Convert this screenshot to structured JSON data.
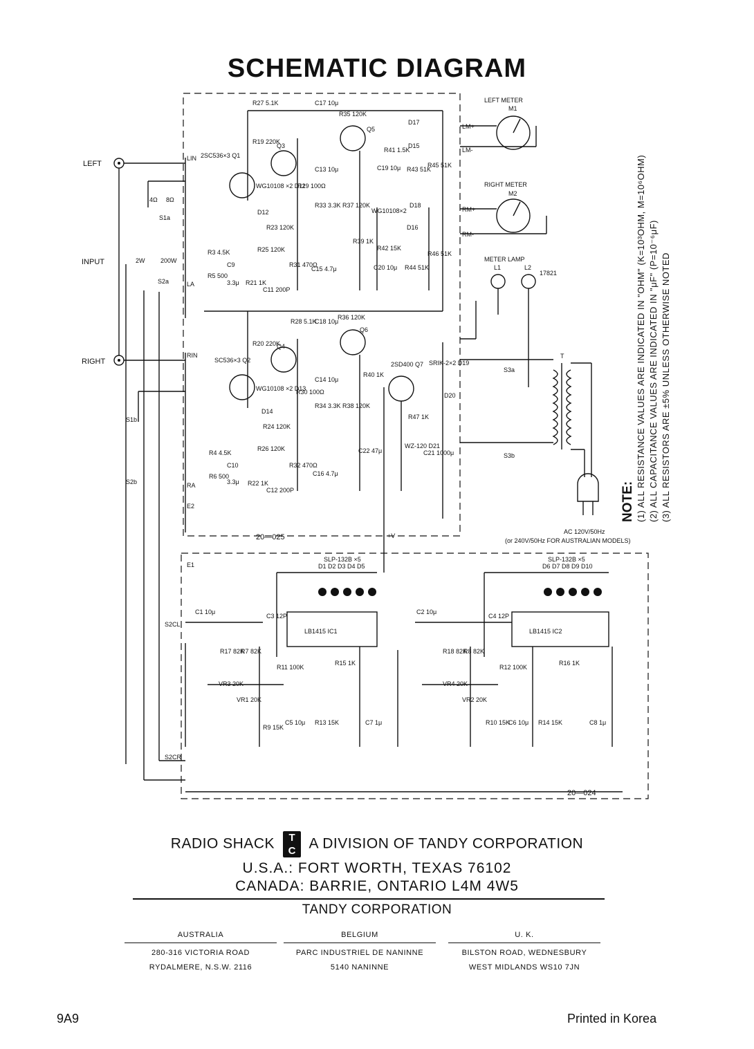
{
  "title": "SCHEMATIC DIAGRAM",
  "schematic": {
    "inputs": {
      "left": "LEFT",
      "input": "INPUT",
      "right": "RIGHT"
    },
    "meters": {
      "left_meter": "LEFT METER",
      "m1": "M1",
      "right_meter": "RIGHT METER",
      "m2": "M2",
      "meter_lamp": "METER LAMP",
      "l1": "L1",
      "l2": "L2",
      "lamp_part": "17821"
    },
    "terminals": [
      "LIN",
      "RIN",
      "LA",
      "RA",
      "E1",
      "E2",
      "LM+",
      "LM-",
      "RM+",
      "RM-",
      "S2CL",
      "S2CR",
      "S1a",
      "S1b",
      "S2a",
      "S2b",
      "S3a",
      "S3b",
      "T"
    ],
    "impedance": {
      "four_ohm": "4Ω",
      "eight_ohm": "8Ω",
      "two_w": "2W",
      "two_hundred_w": "200W"
    },
    "upper_parts": [
      "R27 5.1K",
      "C17 10μ",
      "R35 120K",
      "Q5",
      "R19 220K",
      "Q3",
      "2SC536×3 Q1",
      "WG10108 ×2 D11",
      "R29 100Ω",
      "D12",
      "R23 120K",
      "R25 120K",
      "R3 4.5K",
      "C9",
      "R5 500",
      "3.3μ",
      "R21 1K",
      "C11 200P",
      "R31 470Ω",
      "C15 4.7μ",
      "R33 3.3K",
      "R37 120K",
      "C13 10μ",
      "R41 1.5K",
      "D15",
      "C19 10μ",
      "R43 51K",
      "R45 51K",
      "R39 1K",
      "R42 15K",
      "C20 10μ",
      "R44 51K",
      "R46 51K",
      "D16",
      "D17",
      "D18",
      "WG10108×2"
    ],
    "lower_parts": [
      "R28 5.1K",
      "C18 10μ",
      "R36 120K",
      "Q6",
      "R20 220K",
      "Q4",
      "SC536×3 Q2",
      "WG10108 ×2 D13",
      "R30 100Ω",
      "D14",
      "R24 120K",
      "R26 120K",
      "R4 4.5K",
      "C10",
      "R6 500",
      "3.3μ",
      "R22 1K",
      "C12 200P",
      "R32 470Ω",
      "C16 4.7μ",
      "R34 3.3K",
      "R38 120K",
      "C14 10μ",
      "R40 1K",
      "2SD400 Q7",
      "SRIK-2×2 D19",
      "D20",
      "R47 1K",
      "WZ-120 D21",
      "C21 1000μ",
      "C22 47μ"
    ],
    "board_codes": {
      "upper": "20—025",
      "lower": "20—024"
    },
    "supply": {
      "plus_v": "+V",
      "ac": "AC 120V/50Hz",
      "ac_note": "(or 240V/50Hz FOR AUSTRALIAN MODELS)"
    },
    "led_board": {
      "left_leds": "SLP-132B ×5",
      "left_led_ids": "D1 D2 D3 D4 D5",
      "right_leds": "SLP-132B ×5",
      "right_led_ids": "D6 D7 D8 D9 D10",
      "ic1": "LB1415 IC1",
      "ic2": "LB1415 IC2",
      "parts": [
        "C1 10μ",
        "C3 12P",
        "R17 82K",
        "R7 82K",
        "R11 100K",
        "R15 1K",
        "VR3 20K",
        "VR1 20K",
        "R9 15K",
        "C5 10μ",
        "R13 15K",
        "C7 1μ",
        "C2 10μ",
        "C4 12P",
        "R18 82K",
        "R8 82K",
        "R12 100K",
        "R16 1K",
        "VR4 20K",
        "VR2 20K",
        "R10 15K",
        "C6 10μ",
        "R14 15K",
        "C8 1μ"
      ]
    },
    "notes": {
      "heading": "NOTE:",
      "items": [
        "(1) ALL RESISTANCE VALUES ARE INDICATED IN \"OHM\" (K=10³OHM, M=10⁶OHM)",
        "(2) ALL CAPACITANCE VALUES ARE INDICATED IN \"μF\" (P=10⁻⁶μF)",
        "(3) ALL RESISTORS ARE ±5% UNLESS OTHERWISE NOTED"
      ]
    }
  },
  "footer": {
    "company_left": "RADIO SHACK",
    "logo_top": "T",
    "logo_bottom": "C",
    "company_right": "A DIVISION OF TANDY CORPORATION",
    "usa": "U.S.A.: FORT WORTH, TEXAS 76102",
    "canada": "CANADA: BARRIE, ONTARIO L4M 4W5",
    "tandy": "TANDY CORPORATION",
    "offices": [
      {
        "country": "AUSTRALIA",
        "line1": "280-316 VICTORIA ROAD",
        "line2": "RYDALMERE, N.S.W. 2116"
      },
      {
        "country": "BELGIUM",
        "line1": "PARC INDUSTRIEL DE NANINNE",
        "line2": "5140 NANINNE"
      },
      {
        "country": "U. K.",
        "line1": "BILSTON ROAD, WEDNESBURY",
        "line2": "WEST MIDLANDS WS10 7JN"
      }
    ],
    "code": "9A9",
    "printed": "Printed in Korea"
  }
}
